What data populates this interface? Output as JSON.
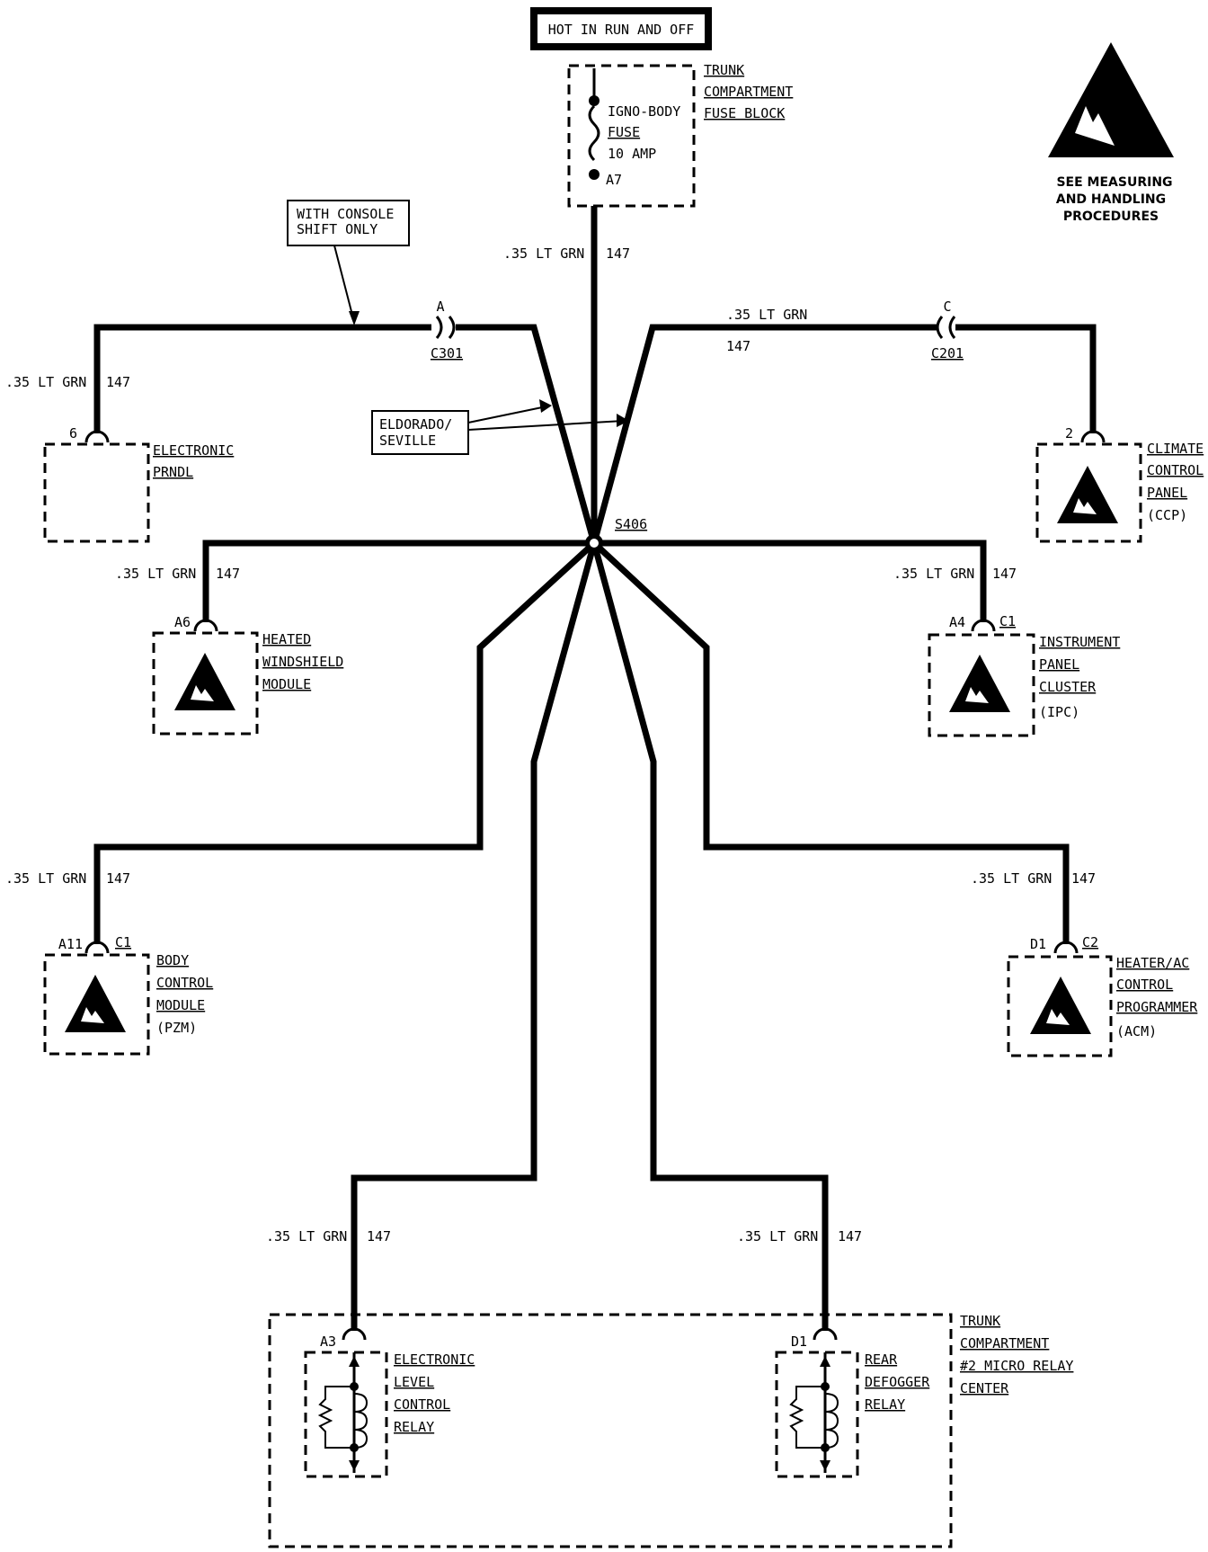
{
  "power_banner": "HOT IN RUN AND OFF",
  "fuse_block": {
    "lines": [
      "TRUNK",
      "COMPARTMENT",
      "FUSE BLOCK"
    ],
    "fuse_lines": [
      "IGNO-BODY",
      "FUSE",
      "10 AMP"
    ],
    "terminal": "A7"
  },
  "esd_notice": [
    "SEE MEASURING",
    "AND HANDLING",
    "PROCEDURES"
  ],
  "callout_console": [
    "WITH CONSOLE",
    "SHIFT ONLY"
  ],
  "callout_eldorado": [
    "ELDORADO/",
    "SEVILLE"
  ],
  "splice": "S406",
  "connectors": {
    "c301": {
      "name": "C301",
      "pin": "A"
    },
    "c201": {
      "name": "C201",
      "pin": "C"
    }
  },
  "wire_labels": {
    "main": {
      "gauge": ".35 LT GRN",
      "circuit": "147"
    },
    "right_top": {
      "gauge": ".35 LT GRN",
      "circuit": "147"
    },
    "prndl": {
      "gauge": ".35 LT GRN",
      "circuit": "147"
    },
    "hwm": {
      "gauge": ".35 LT GRN",
      "circuit": "147"
    },
    "ipc": {
      "gauge": ".35 LT GRN",
      "circuit": "147"
    },
    "bcm": {
      "gauge": ".35 LT GRN",
      "circuit": "147"
    },
    "acm": {
      "gauge": ".35 LT GRN",
      "circuit": "147"
    },
    "elc": {
      "gauge": ".35 LT GRN",
      "circuit": "147"
    },
    "rdr": {
      "gauge": ".35 LT GRN",
      "circuit": "147"
    }
  },
  "components": {
    "prndl": {
      "pin": "6",
      "lines": [
        "ELECTRONIC",
        "PRNDL"
      ]
    },
    "ccp": {
      "pin": "2",
      "lines": [
        "CLIMATE",
        "CONTROL",
        "PANEL",
        "(CCP)"
      ]
    },
    "hwm": {
      "pin": "A6",
      "lines": [
        "HEATED",
        "WINDSHIELD",
        "MODULE"
      ]
    },
    "ipc": {
      "pin": "A4",
      "conn": "C1",
      "lines": [
        "INSTRUMENT",
        "PANEL",
        "CLUSTER",
        "(IPC)"
      ]
    },
    "bcm": {
      "pin": "A11",
      "conn": "C1",
      "lines": [
        "BODY",
        "CONTROL",
        "MODULE",
        "(PZM)"
      ]
    },
    "acm": {
      "pin": "D1",
      "conn": "C2",
      "lines": [
        "HEATER/AC",
        "CONTROL",
        "PROGRAMMER",
        "(ACM)"
      ]
    },
    "elc": {
      "pin": "A3",
      "lines": [
        "ELECTRONIC",
        "LEVEL",
        "CONTROL",
        "RELAY"
      ]
    },
    "rdr": {
      "pin": "D1",
      "lines": [
        "REAR",
        "DEFOGGER",
        "RELAY"
      ]
    }
  },
  "relay_center": {
    "lines": [
      "TRUNK",
      "COMPARTMENT",
      "#2 MICRO RELAY",
      "CENTER"
    ]
  }
}
